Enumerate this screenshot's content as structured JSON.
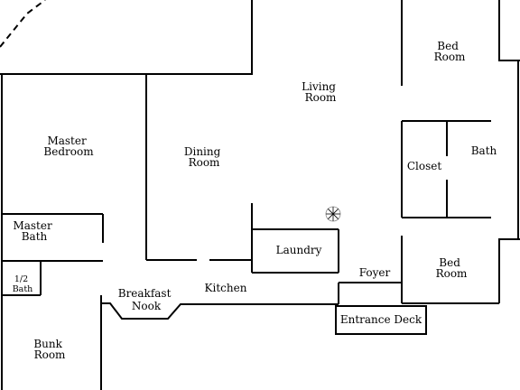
{
  "rooms": {
    "bed_room_top": [
      "Bed",
      "Room"
    ],
    "living_room": [
      "Living",
      "Room"
    ],
    "master_bedroom": [
      "Master",
      "Bedroom"
    ],
    "dining_room": [
      "Dining",
      "Room"
    ],
    "closet": "Closet",
    "bath": "Bath",
    "master_bath": [
      "Master",
      "Bath"
    ],
    "laundry": "Laundry",
    "bed_room_bottom": [
      "Bed",
      "Room"
    ],
    "foyer": "Foyer",
    "half_bath": [
      "1/2",
      "Bath"
    ],
    "breakfast_nook": [
      "Breakfast",
      "Nook"
    ],
    "kitchen": "Kitchen",
    "entrance_deck": "Entrance Deck",
    "bunk_room": [
      "Bunk",
      "Room"
    ]
  },
  "colors": {
    "walls": "#000000",
    "background": "#ffffff"
  }
}
